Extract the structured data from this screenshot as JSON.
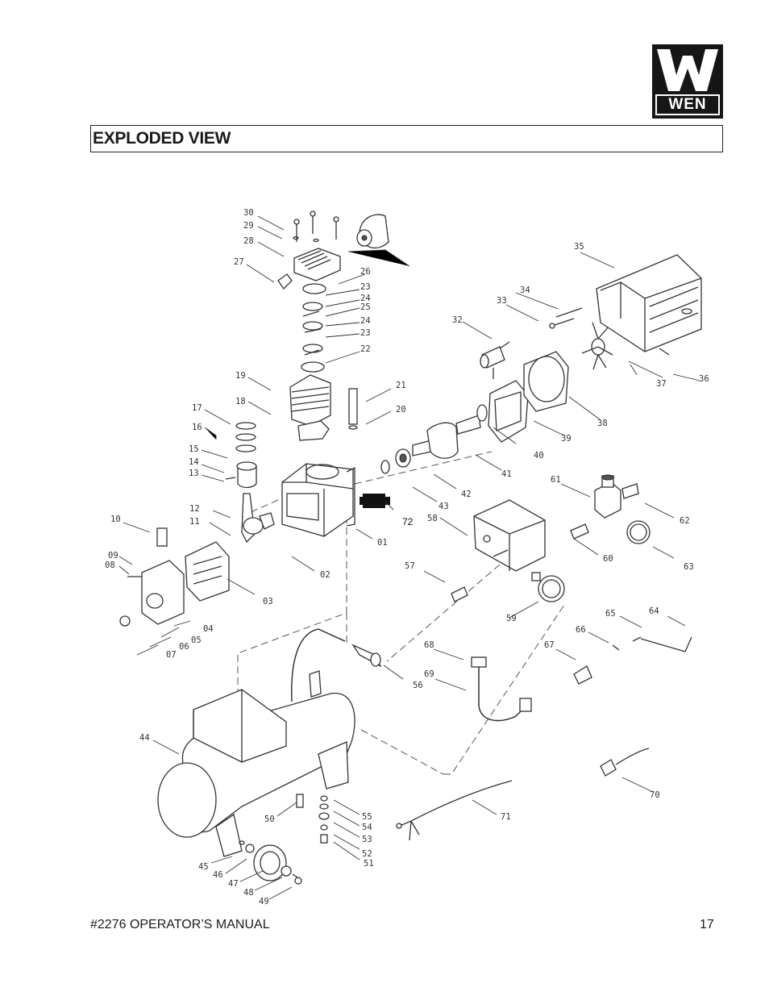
{
  "brand": {
    "name": "WEN"
  },
  "section": {
    "title": "EXPLODED VIEW"
  },
  "footer": {
    "manual": "#2276 OPERATOR’S MANUAL",
    "page": "17"
  },
  "callouts": [
    "30",
    "29",
    "28",
    "27",
    "26",
    "23",
    "24",
    "25",
    "24",
    "23",
    "22",
    "19",
    "21",
    "18",
    "20",
    "17",
    "16",
    "15",
    "14",
    "13",
    "12",
    "11",
    "10",
    "09",
    "08",
    "04",
    "05",
    "06",
    "07",
    "03",
    "02",
    "01",
    "72",
    "43",
    "42",
    "41",
    "40",
    "39",
    "38",
    "37",
    "36",
    "35",
    "34",
    "33",
    "32",
    "61",
    "62",
    "63",
    "60",
    "58",
    "57",
    "59",
    "65",
    "64",
    "66",
    "67",
    "68",
    "69",
    "56",
    "44",
    "50",
    "55",
    "54",
    "53",
    "52",
    "51",
    "45",
    "46",
    "47",
    "48",
    "49",
    "71",
    "70"
  ]
}
